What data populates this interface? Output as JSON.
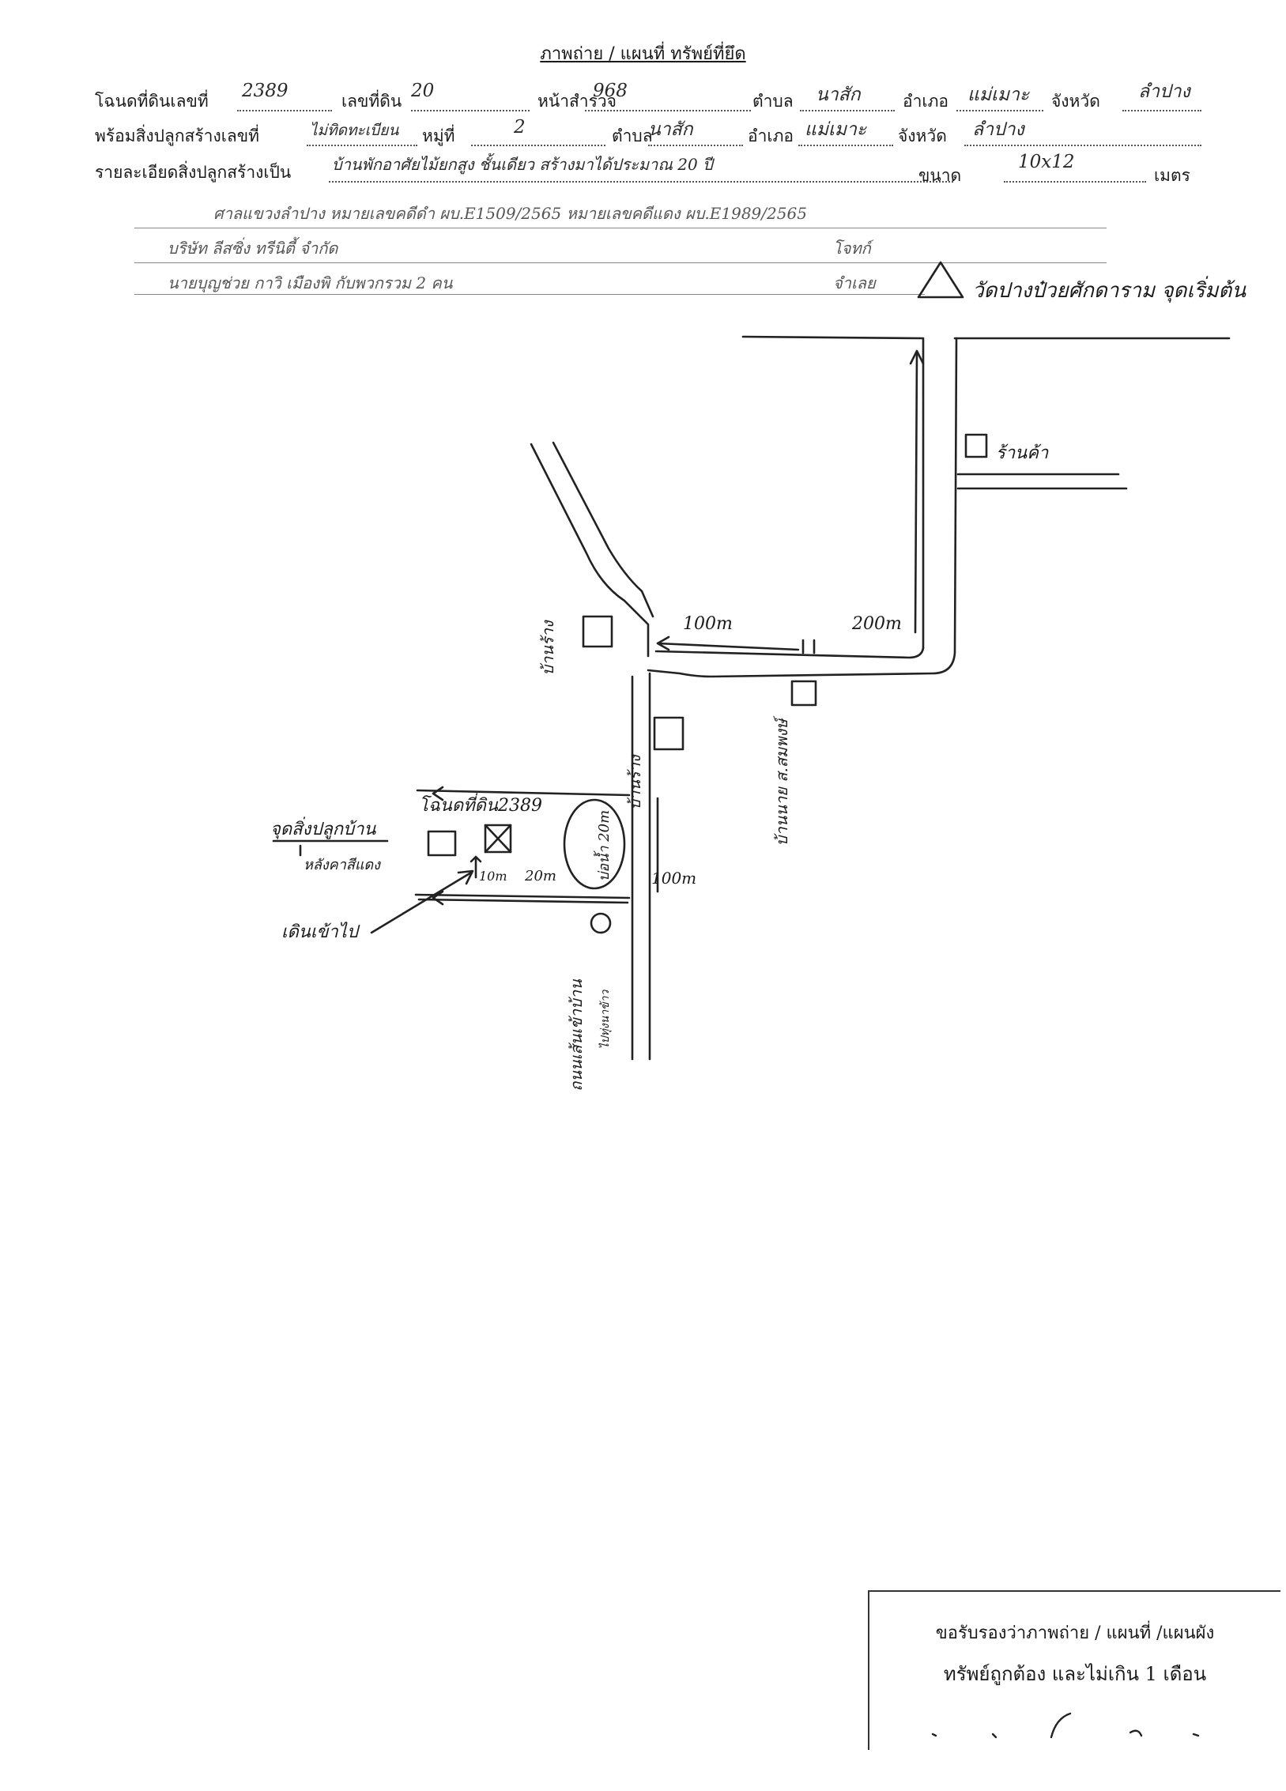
{
  "document": {
    "title": "ภาพถ่าย / แผนที่ ทรัพย์ที่ยึด"
  },
  "form": {
    "row1": {
      "deed_label": "โฉนดที่ดินเลขที่",
      "deed_no": "2389",
      "land_no_label": "เลขที่ดิน",
      "land_no": "20",
      "survey_page_label": "หน้าสำรวจ",
      "survey_page": "968",
      "subdistrict_label": "ตำบล",
      "subdistrict": "นาสัก",
      "district_label": "อำเภอ",
      "district": "แม่เมาะ",
      "province_label": "จังหวัด",
      "province": "ลำปาง"
    },
    "row2": {
      "building_no_label": "พร้อมสิ่งปลูกสร้างเลขที่",
      "building_no": "ไม่ทิดทะเบียน",
      "moo_label": "หมู่ที่",
      "moo": "2",
      "subdistrict_label": "ตำบล",
      "subdistrict": "นาสัก",
      "district_label": "อำเภอ",
      "district": "แม่เมาะ",
      "province_label": "จังหวัด",
      "province": "ลำปาง"
    },
    "row3": {
      "details_label": "รายละเอียดสิ่งปลูกสร้างเป็น",
      "details": "บ้านพักอาศัยไม้ยกสูง ชั้นเดียว สร้างมาได้ประมาณ 20 ปี",
      "size_label": "ขนาด",
      "size": "10x12",
      "unit": "เมตร"
    },
    "extra_lines": [
      "ศาลแขวงลำปาง หมายเลขคดีดำ ผบ.E1509/2565 หมายเลขคดีแดง ผบ.E1989/2565",
      "บริษัท ลีสซิ่ง ทรีนิตี้ จำกัด",
      "นายบุญช่วย กาวิ เมืองพิ กับพวกรวม 2 คน"
    ],
    "extra_right_labels": [
      "โจทก์",
      "จำเลย"
    ]
  },
  "map": {
    "start_point_label": "วัดปางป๋วยศักดาราม จุดเริ่มต้น",
    "shop_label": "ร้านค้า",
    "house_label_left": "บ้านร้าง",
    "house_label_middle": "บ้านร้าง",
    "house_label_right": "บ้านนาย ส.สมพงษ์",
    "dist_100m_a": "100m",
    "dist_200m": "200m",
    "dist_100m_b": "100m",
    "deed_map_label": "โฉนดที่ดิน2389",
    "pond_label": "บ่อน้ำ 20m",
    "dist_10m": "10m",
    "dist_20m": "20m",
    "house_note_line1": "จุดสิ่งปลูกบ้าน",
    "house_note_line2": "หลังคาสีแดง",
    "walk_label": "เดินเข้าไป",
    "road_label_bottom": "ถนนเส้นเข้าบ้าน",
    "road_label_bottom2": "ไปทุ่งนาข้าว"
  },
  "certification": {
    "line1": "ขอรับรองว่าภาพถ่าย / แผนที่ /แผนผัง",
    "line2": "ทรัพย์ถูกต้อง และไม่เกิน 1 เดือน"
  }
}
